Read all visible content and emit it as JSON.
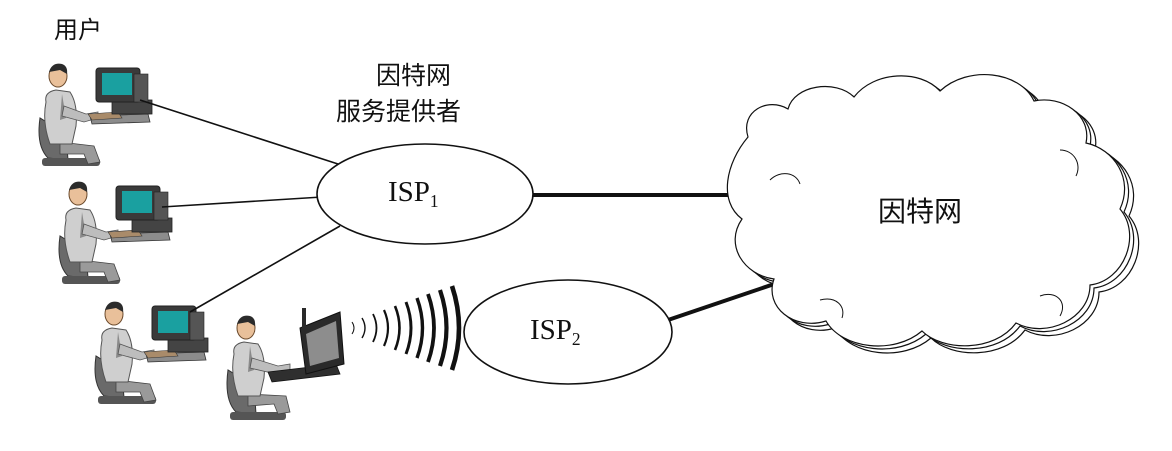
{
  "labels": {
    "users": "用户",
    "provider_line1": "因特网",
    "provider_line2": "服务提供者",
    "internet": "因特网"
  },
  "isp1": {
    "name": "ISP",
    "sub": "1"
  },
  "isp2": {
    "name": "ISP",
    "sub": "2"
  },
  "colors": {
    "line": "#111111",
    "skin": "#e9c09a",
    "shirt": "#c8c8c8",
    "screen": "#1aa0a0",
    "monitor": "#3a3a3a",
    "chair": "#6a6a6a"
  }
}
